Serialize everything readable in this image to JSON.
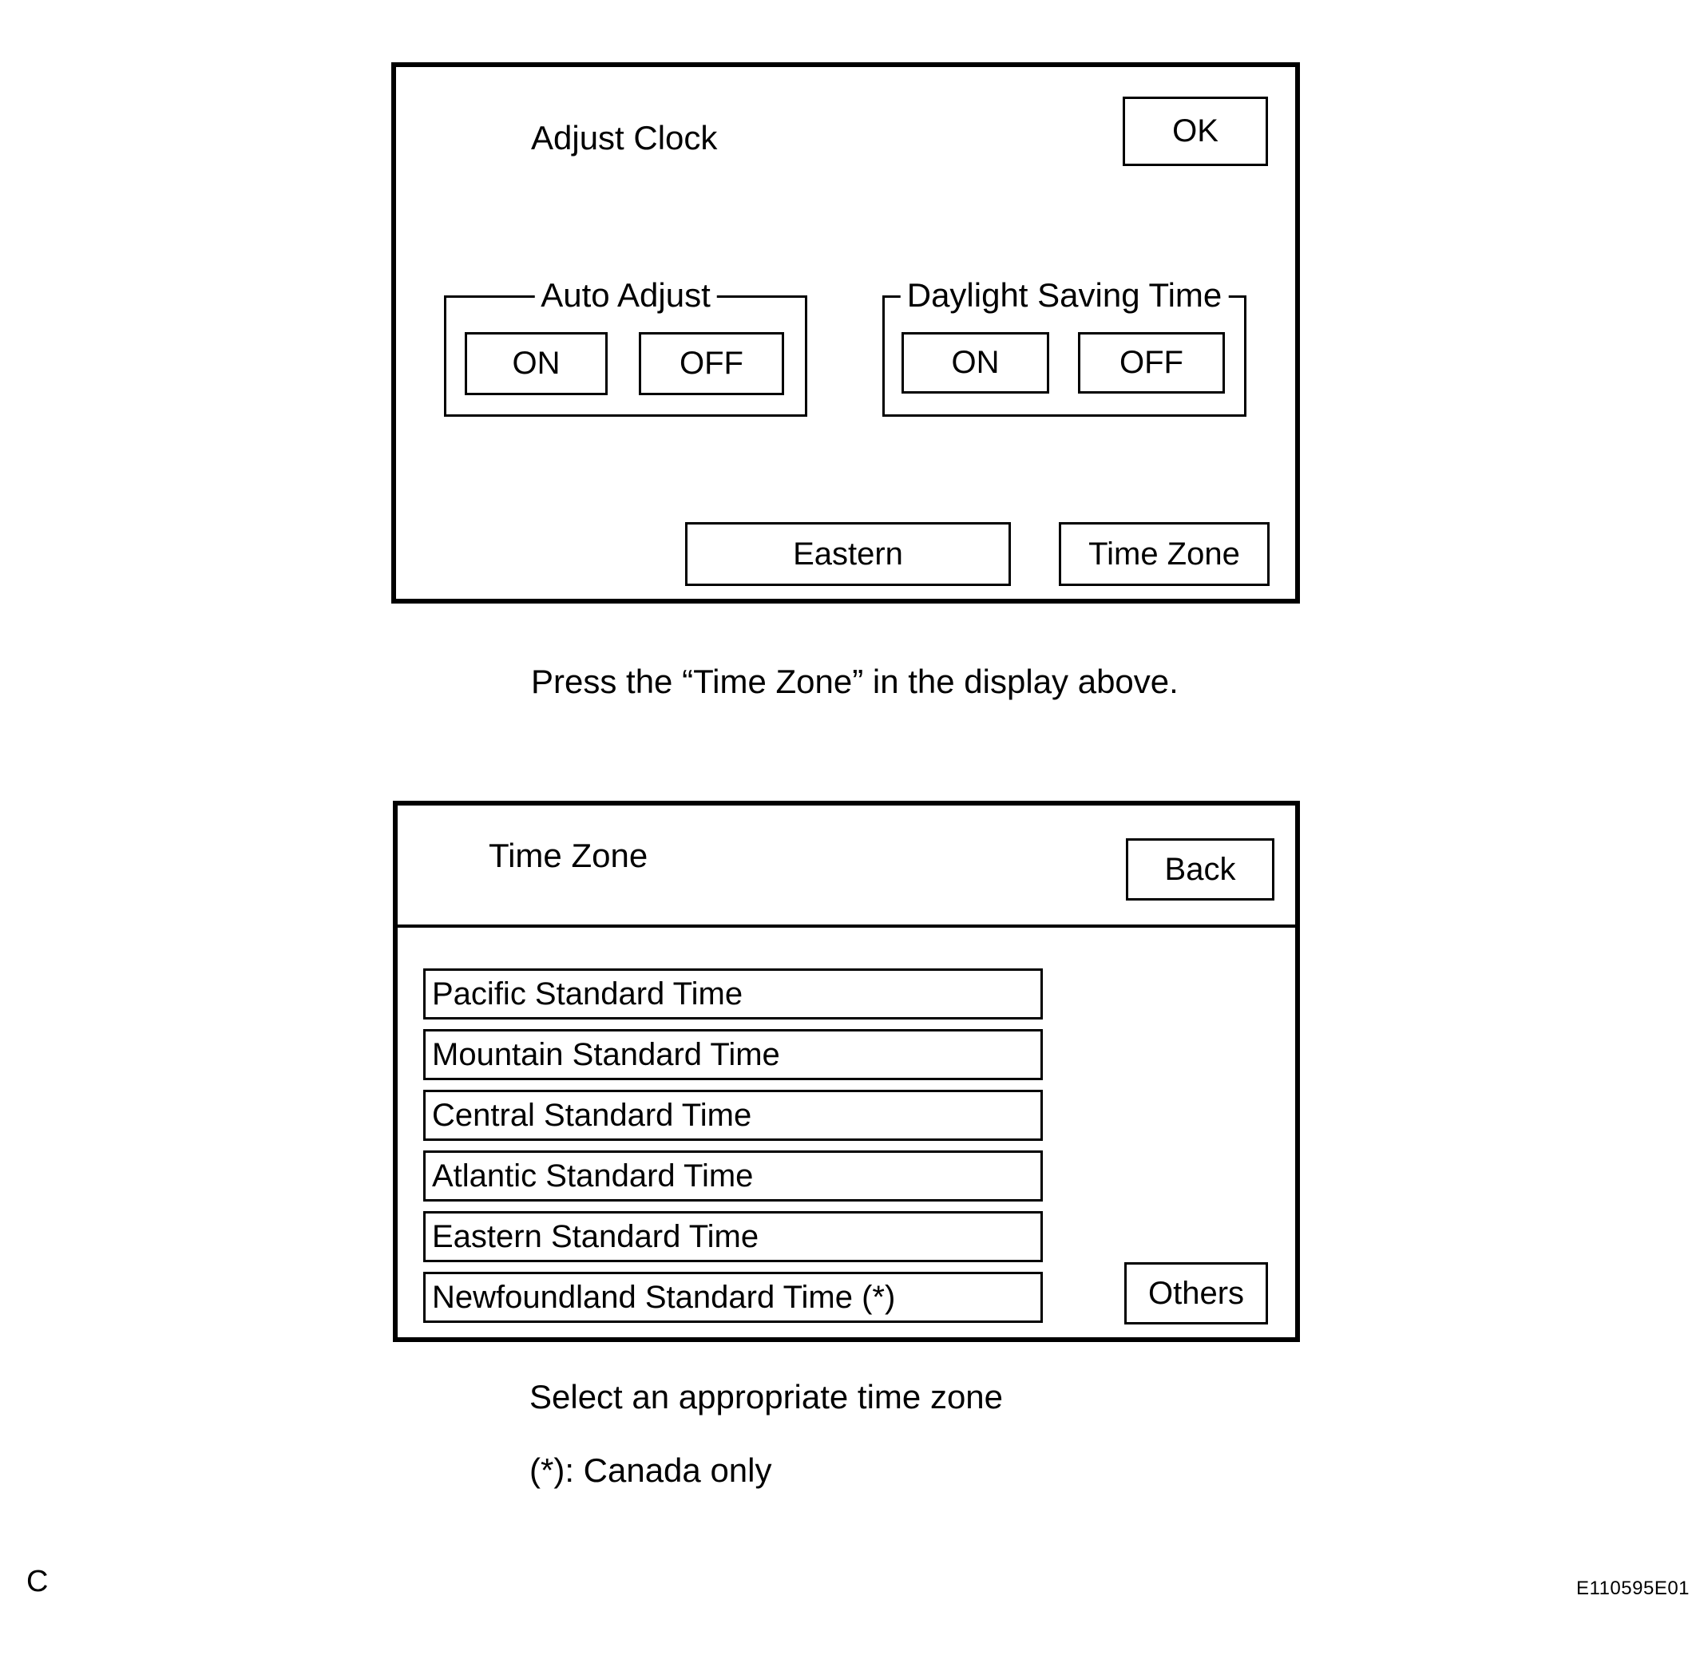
{
  "adjust_clock_screen": {
    "title": "Adjust Clock",
    "ok_button": "OK",
    "auto_adjust_group": {
      "label": "Auto Adjust",
      "on_button": "ON",
      "off_button": "OFF"
    },
    "daylight_saving_group": {
      "label": "Daylight Saving Time",
      "on_button": "ON",
      "off_button": "OFF"
    },
    "timezone_value": "Eastern",
    "timezone_button": "Time Zone"
  },
  "captions": {
    "press_time_zone": "Press the “Time Zone” in the display above.",
    "select_zone": "Select an appropriate time zone",
    "canada_note": "(*): Canada only"
  },
  "time_zone_screen": {
    "title": "Time Zone",
    "back_button": "Back",
    "zones": [
      "Pacific Standard Time",
      "Mountain Standard Time",
      "Central Standard Time",
      "Atlantic Standard Time",
      "Eastern Standard Time",
      "Newfoundland Standard Time (*)"
    ],
    "others_button": "Others"
  },
  "page": {
    "footer_left": "C",
    "figure_code": "E110595E01"
  }
}
